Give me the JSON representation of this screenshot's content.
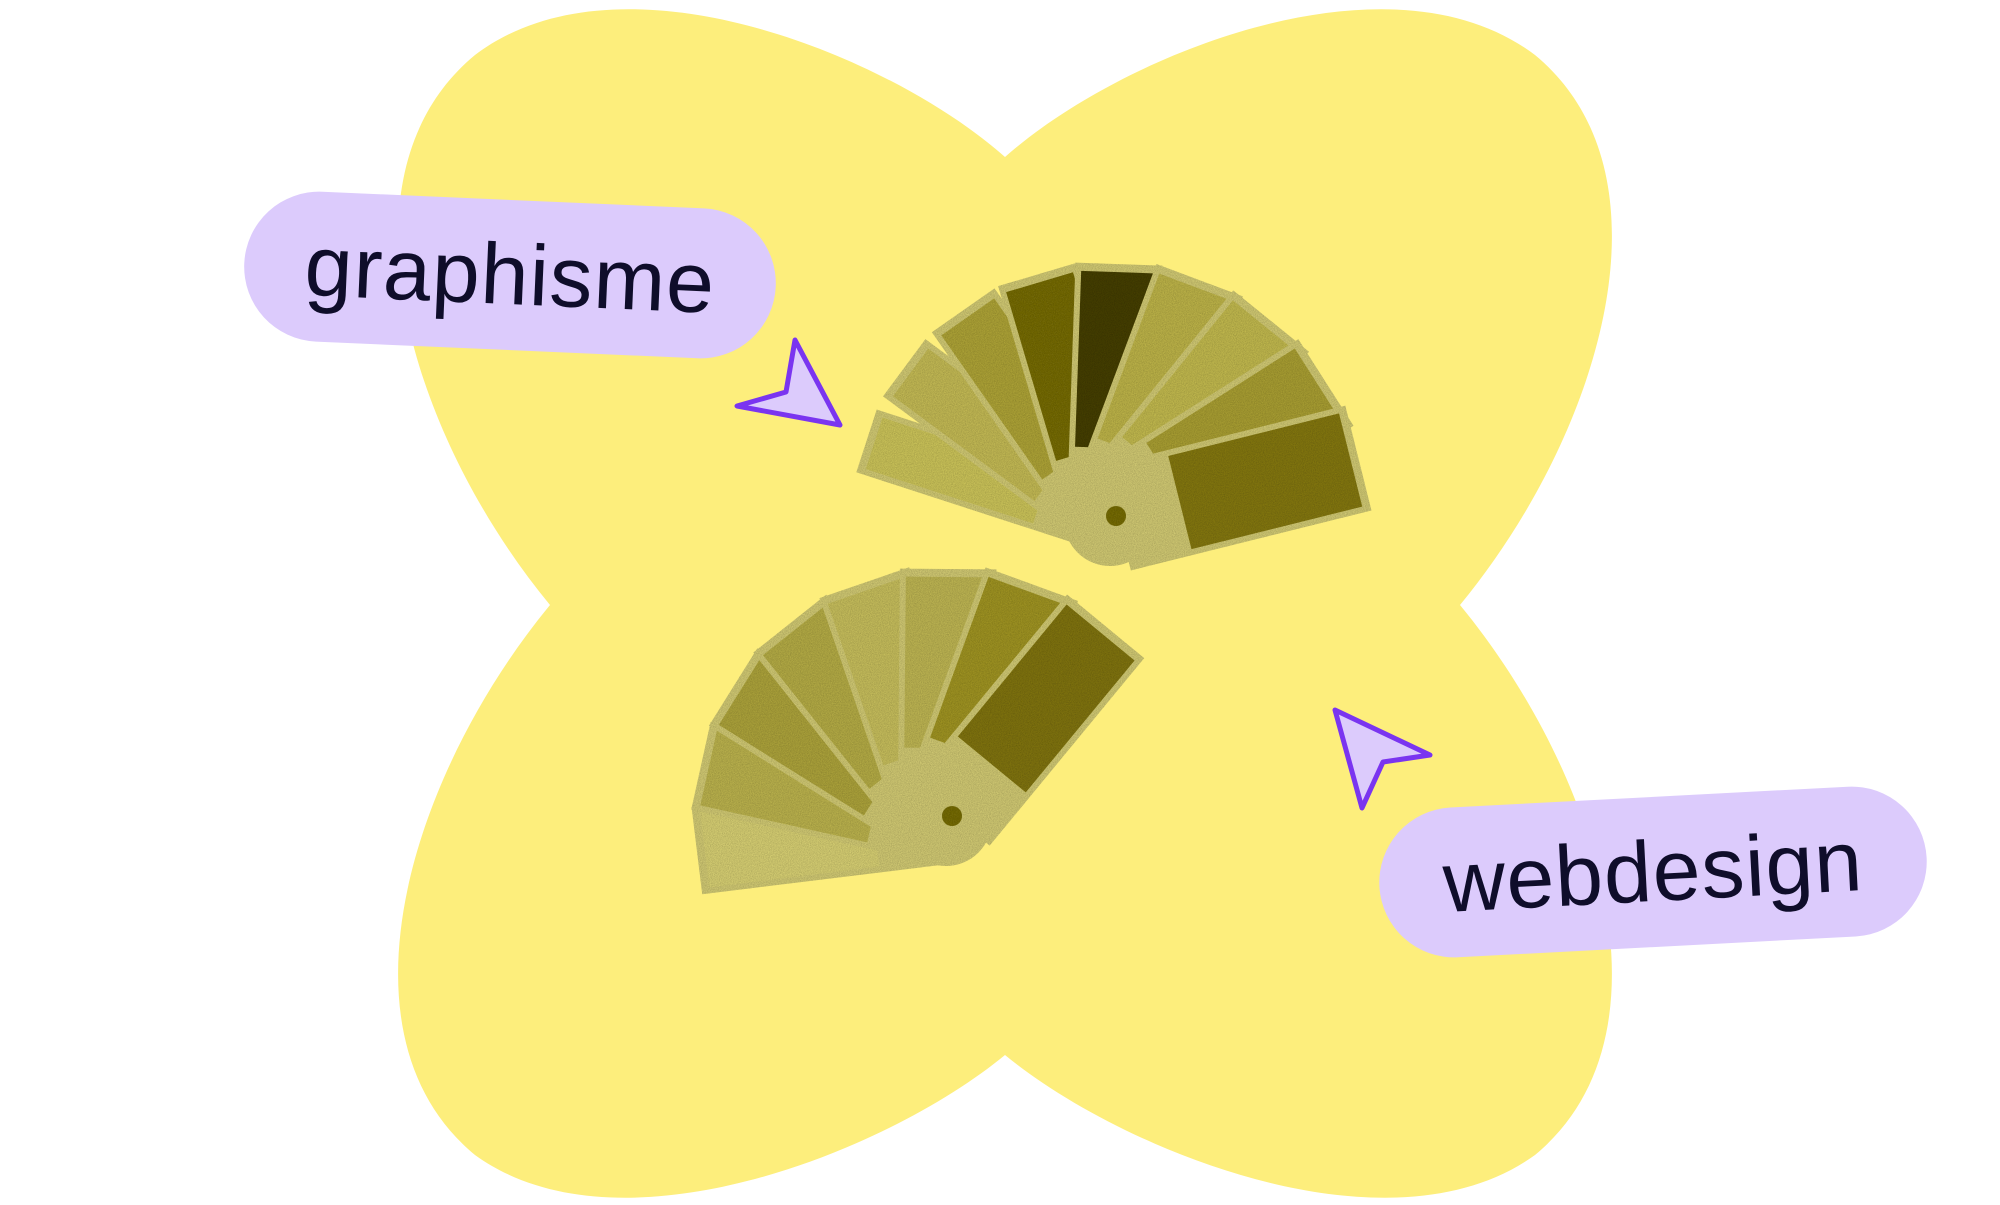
{
  "labels": {
    "graphisme": "graphisme",
    "webdesign": "webdesign"
  },
  "icons": {
    "blob": "four-lobe-blob-shape",
    "fan_top": "color-swatch-fan-icon",
    "fan_bottom": "color-swatch-fan-icon",
    "cursor_top": "cursor-arrow-icon",
    "cursor_bottom": "cursor-arrow-icon"
  },
  "colors": {
    "blob": "#fdee7c",
    "pill": "#dccbfc",
    "cursor_stroke": "#7a35f0",
    "cursor_fill": "#dccbfc",
    "text": "#0f0d2a",
    "swatches_top": [
      "#d7cf5f",
      "#cfc55a",
      "#b8ad3a",
      "#7d7208",
      "#4a4300",
      "#c8be4d",
      "#cdc453",
      "#b3a836",
      "#8c7f10"
    ],
    "swatches_bottom": [
      "#e3db7a",
      "#c6bd52",
      "#b7ad3f",
      "#bfb64a",
      "#d2c962",
      "#c9c058",
      "#a99d25",
      "#887b0b"
    ]
  }
}
